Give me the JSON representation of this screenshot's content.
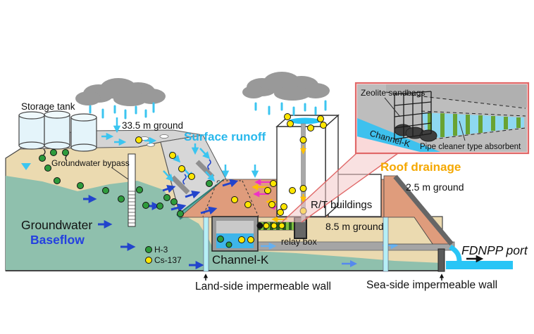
{
  "labels": {
    "storage_tank": "Storage tank",
    "ground_33_5": "33.5 m ground",
    "groundwater_bypass": "Groundwater bypass",
    "surface_runoff": "Surface runoff",
    "roof_drainage": "Roof drainage",
    "rt_buildings": "R/T buildings",
    "relay_box": "relay box",
    "channel_k": "Channel-K",
    "ground_8_5": "8.5 m ground",
    "ground_2_5": "2.5 m ground",
    "groundwater": "Groundwater",
    "baseflow": "Baseflow",
    "fdnpp_port": "FDNPP port",
    "land_side_wall": "Land-side impermeable wall",
    "sea_side_wall": "Sea-side impermeable wall"
  },
  "legend": {
    "h3": "H-3",
    "cs137": "Cs-137"
  },
  "inset": {
    "zeolite_sandbags": "Zeolite sandbags",
    "channel_k": "Channel-K",
    "pipe_cleaner": "Pipe cleaner type absorbent"
  },
  "colors": {
    "surface_runoff_text": "#29B8EC",
    "roof_drainage_text": "#F5A800",
    "baseflow_text": "#2440E0",
    "rain": "#3BC5F0",
    "groundwater_layer": "#8FC0AD",
    "soil": "#EBDAB0",
    "near_building_soil": "#DF9C7C",
    "ground_surface": "#D4D4D4",
    "channel_water": "#3DB5EA",
    "port_water": "#29C5F6",
    "h3_dot": "#2E9B3C",
    "cs137_dot": "#FFE600",
    "magenta_arrow": "#F030C8",
    "yellow_arrow": "#FFC000",
    "baseflow_arrow": "#2244CC",
    "inset_background": "#FAD9D9",
    "inset_border": "#E06868"
  }
}
